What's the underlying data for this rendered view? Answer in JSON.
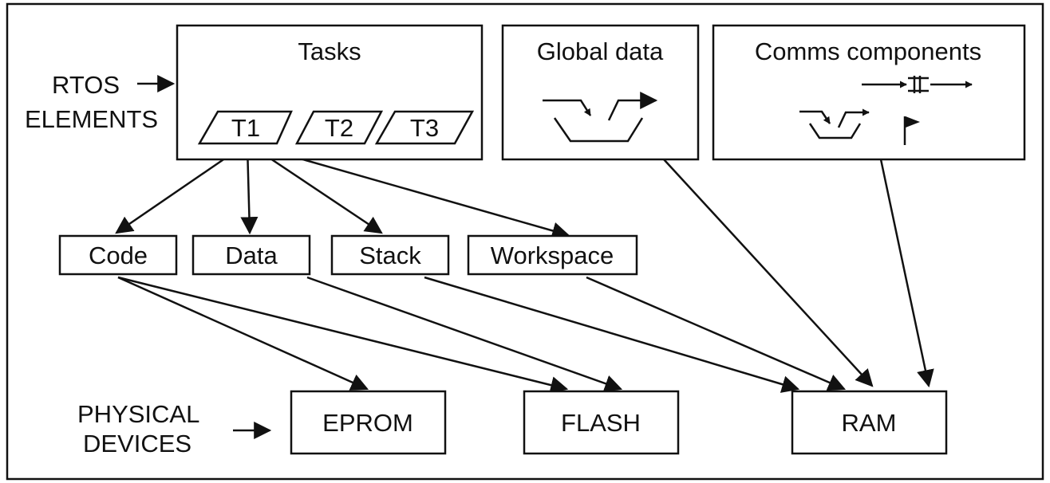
{
  "side_labels": {
    "rtos_line1": "RTOS",
    "rtos_line2": "ELEMENTS",
    "physical_line1": "PHYSICAL",
    "physical_line2": "DEVICES"
  },
  "groups": {
    "tasks": "Tasks",
    "global_data": "Global data",
    "comms": "Comms components"
  },
  "tasks": [
    "T1",
    "T2",
    "T3"
  ],
  "task_parts": [
    "Code",
    "Data",
    "Stack",
    "Workspace"
  ],
  "devices": [
    "EPROM",
    "FLASH",
    "RAM"
  ],
  "colors": {
    "stroke": "#111111",
    "background": "#ffffff"
  }
}
